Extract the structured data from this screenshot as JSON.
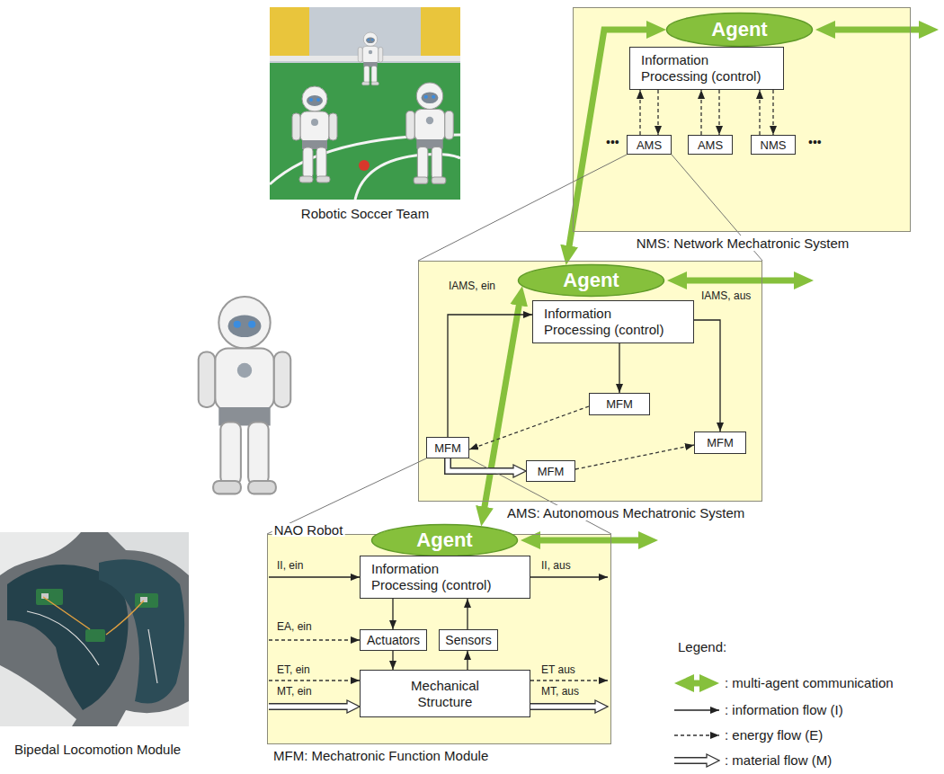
{
  "diagram": {
    "nodes": [
      {
        "text": [
          "NMS: Network Mechatronic System"
        ]
      },
      {
        "text": [
          "Agent"
        ],
        "in": 0
      },
      {
        "text": [
          "Information Processing (control)"
        ],
        "in": 0
      },
      {
        "text": [
          "AMS"
        ],
        "in": 0
      },
      {
        "text": [
          "AMS"
        ],
        "in": 0
      },
      {
        "text": [
          "NMS"
        ],
        "in": 0
      },
      {
        "text": [
          "AMS: Autonomous Mechatronic System"
        ]
      },
      {
        "text": [
          "Agent"
        ],
        "in": 6
      },
      {
        "text": [
          "Information Processing (control)"
        ],
        "in": 6
      },
      {
        "text": [
          "MFM"
        ],
        "in": 6
      },
      {
        "text": [
          "MFM"
        ],
        "in": 6
      },
      {
        "text": [
          "MFM"
        ],
        "in": 6
      },
      {
        "text": [
          "MFM"
        ],
        "in": 6
      },
      {
        "text": [
          "MFM: Mechatronic Function Module"
        ]
      },
      {
        "text": [
          "Agent"
        ],
        "in": 13
      },
      {
        "text": [
          "Information Processing (control)"
        ],
        "in": 13
      },
      {
        "text": [
          "Actuators"
        ],
        "in": 13
      },
      {
        "text": [
          "Sensors"
        ],
        "in": 13
      },
      {
        "text": [
          "Mechanical Structure"
        ],
        "in": 13
      }
    ],
    "edges": [
      {
        "from": 1,
        "to": 7,
        "arrow": "both"
      },
      {
        "from": 7,
        "to": 14,
        "arrow": "both"
      },
      {
        "from": 2,
        "to": 3,
        "arrow": "to"
      },
      {
        "from": 3,
        "to": 2,
        "arrow": "to"
      },
      {
        "from": 2,
        "to": 4,
        "arrow": "to"
      },
      {
        "from": 4,
        "to": 2,
        "arrow": "to"
      },
      {
        "from": 2,
        "to": 5,
        "arrow": "to"
      },
      {
        "from": 5,
        "to": 2,
        "arrow": "to"
      },
      {
        "from": 3,
        "to": 6,
        "arrow": "none"
      },
      {
        "from": 8,
        "to": 9,
        "arrow": "to"
      },
      {
        "from": 8,
        "to": 11,
        "arrow": "to"
      },
      {
        "from": 10,
        "to": 8,
        "arrow": "to"
      },
      {
        "from": 9,
        "to": 10,
        "arrow": "to"
      },
      {
        "from": 10,
        "to": 12,
        "arrow": "to"
      },
      {
        "from": 12,
        "to": 11,
        "arrow": "to"
      },
      {
        "from": 10,
        "to": 13,
        "arrow": "none"
      },
      {
        "from": 15,
        "to": 16,
        "arrow": "to"
      },
      {
        "from": 17,
        "to": 15,
        "arrow": "to"
      },
      {
        "from": 16,
        "to": 18,
        "arrow": "to"
      },
      {
        "from": 18,
        "to": 17,
        "arrow": "to"
      }
    ],
    "labels": [
      "Robotic Soccer Team",
      "NAO Robot",
      "Bipedal Locomotion Module",
      "•••",
      "•••",
      "IAMS, ein",
      "IAMS, aus",
      "II, ein",
      "II, aus",
      "EA, ein",
      "ET, ein",
      "ET aus",
      "MT, ein",
      "MT, aus",
      "Legend:"
    ],
    "legend": [
      {
        "text": ": multi-agent communication"
      },
      {
        "text": ": information flow (I)"
      },
      {
        "text": ": energy flow (E)"
      },
      {
        "text": ": material flow (M)"
      }
    ]
  }
}
